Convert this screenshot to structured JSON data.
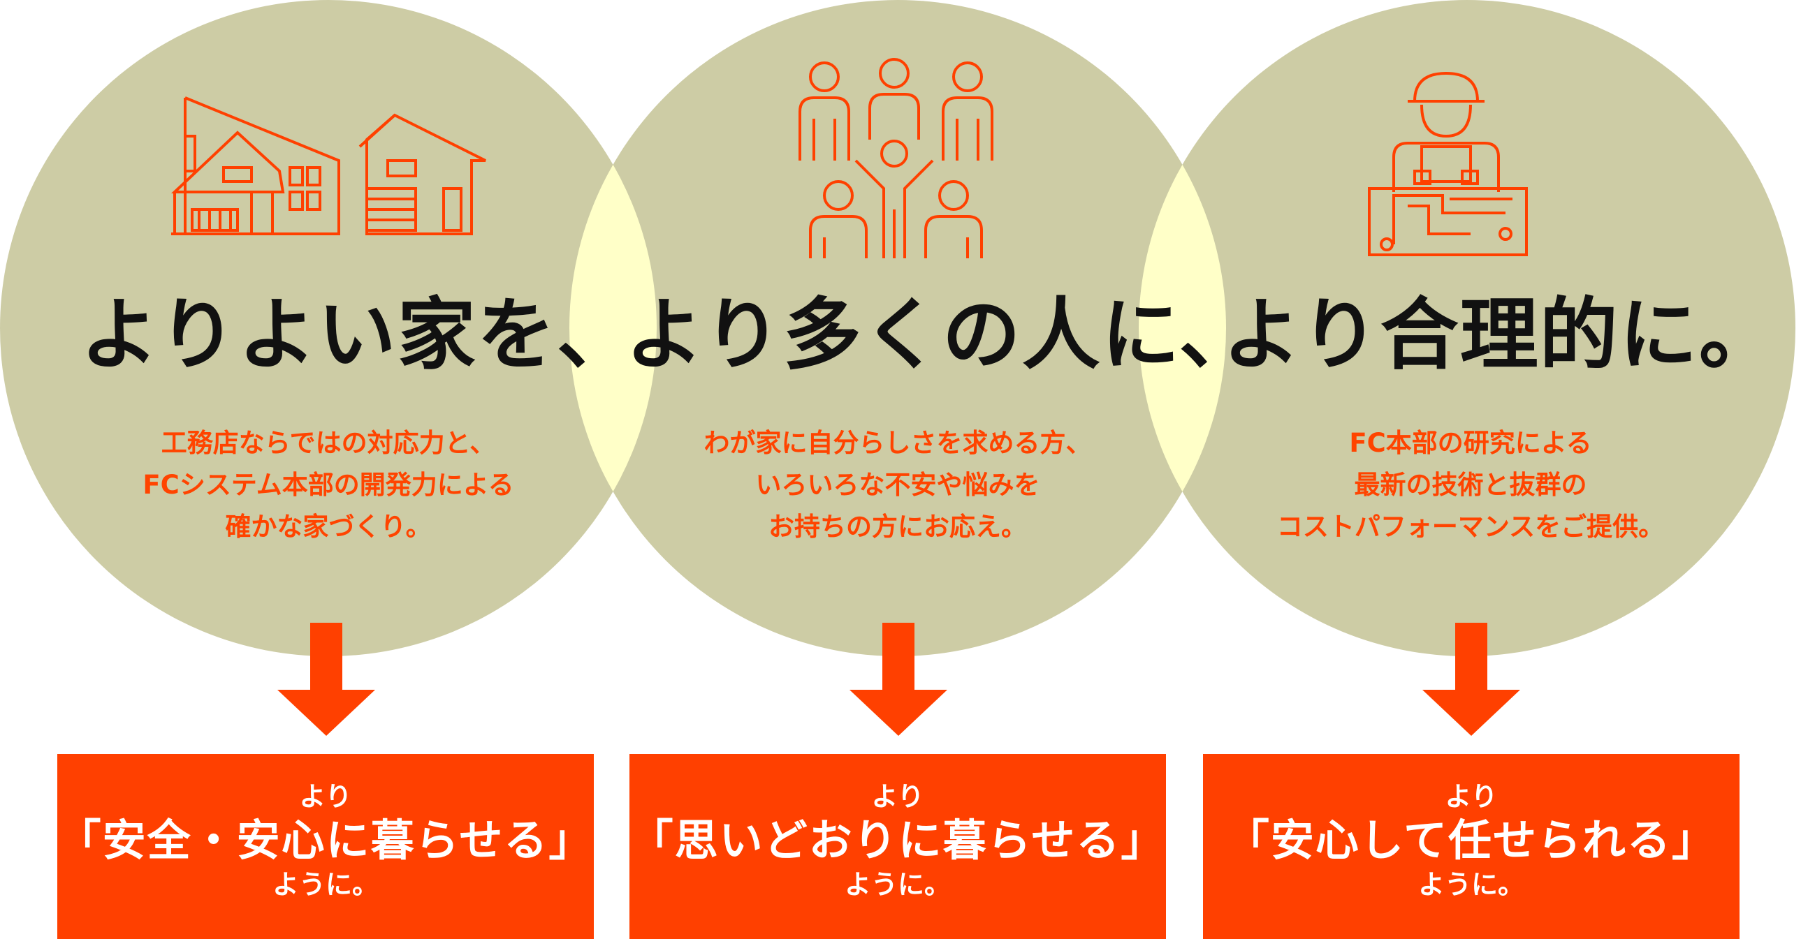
{
  "colors": {
    "circle": "#cdcca5",
    "overlap": "#ffffc8",
    "accent": "#ff4000",
    "headline": "#111111"
  },
  "headline": {
    "part1": "よりよい家を、",
    "part2": "より多くの人に、",
    "part3": "より合理的に。"
  },
  "columns": [
    {
      "icon": "houses-icon",
      "desc": [
        "工務店ならではの対応力と、",
        "FCシステム本部の開発力による",
        "確かな家づくり。"
      ],
      "result": {
        "pre": "より",
        "main": "「安全・安心に暮らせる」",
        "post": "ように。"
      }
    },
    {
      "icon": "people-group-icon",
      "desc": [
        "わが家に自分らしさを求める方、",
        "いろいろな不安や悩みを",
        "お持ちの方にお応え。"
      ],
      "result": {
        "pre": "より",
        "main": "「思いどおりに暮らせる」",
        "post": "ように。"
      }
    },
    {
      "icon": "construction-worker-icon",
      "desc": [
        "FC本部の研究による",
        "最新の技術と抜群の",
        "コストパフォーマンスをご提供。"
      ],
      "result": {
        "pre": "より",
        "main": "「安心して任せられる」",
        "post": "ように。"
      }
    }
  ]
}
